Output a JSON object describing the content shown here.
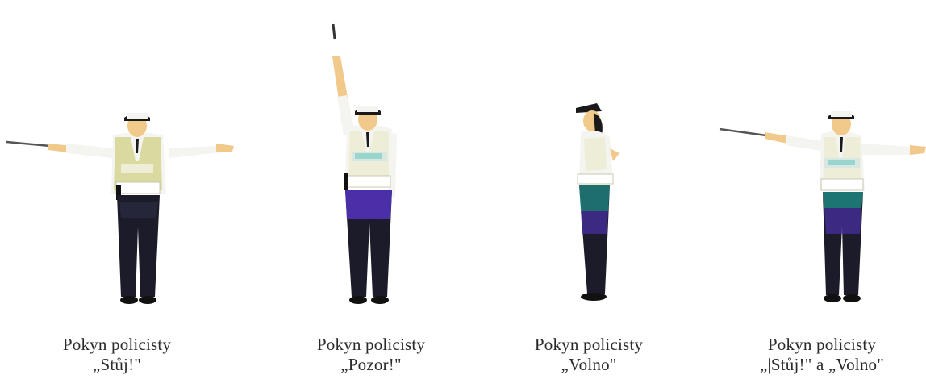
{
  "panels": [
    {
      "title": "Pokyn policisty",
      "signal": "„Stůj!\"",
      "pose": "arms-out-front"
    },
    {
      "title": "Pokyn policisty",
      "signal": "„Pozor!\"",
      "pose": "arm-raised"
    },
    {
      "title": "Pokyn policisty",
      "signal": "„Volno\"",
      "pose": "side-view"
    },
    {
      "title": "Pokyn policisty",
      "signal": "„|Stůj!\" a „Volno\"",
      "pose": "arms-out-side"
    }
  ],
  "colors": {
    "caption_text": "#2a2a2a",
    "vest": "#d9d9a0",
    "vest_light": "#eeeed8",
    "shirt": "#f4f4f0",
    "skin": "#f1c98a",
    "trousers": "#1b1b2a",
    "trousers_accent": "#4a2fa8",
    "teal_accent": "#1fb3a4",
    "cap": "#1a1a1a",
    "baton": "#555555"
  }
}
